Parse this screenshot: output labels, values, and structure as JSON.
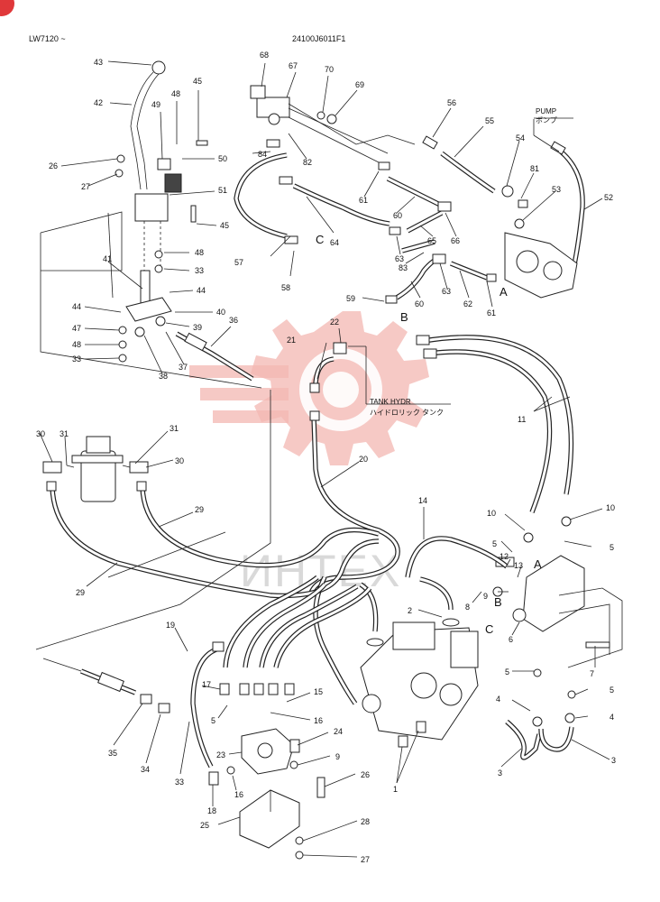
{
  "header": {
    "model_code": "LW7120 ~",
    "drawing_number": "24100J6011F1"
  },
  "watermark_text": "ИНТЕХ",
  "colors": {
    "watermark": "#f3b7b2",
    "badge": "#e0383a"
  },
  "notes": {
    "pump_en": "PUMP",
    "pump_jp": "ポンプ",
    "tank_en": "TANK HYDR",
    "tank_jp": "ハイドロリック タンク"
  },
  "letters": {
    "A": "A",
    "B": "B",
    "C": "C"
  },
  "callouts": {
    "n1": "1",
    "n2": "2",
    "n3": "3",
    "n4": "4",
    "n5": "5",
    "n6": "6",
    "n7": "7",
    "n8": "8",
    "n9": "9",
    "n10": "10",
    "n11": "11",
    "n12": "12",
    "n13": "13",
    "n14": "14",
    "n15": "15",
    "n16": "16",
    "n17": "17",
    "n18": "18",
    "n19": "19",
    "n20": "20",
    "n21": "21",
    "n22": "22",
    "n23": "23",
    "n24": "24",
    "n25": "25",
    "n26": "26",
    "n27": "27",
    "n28": "28",
    "n29": "29",
    "n30": "30",
    "n31": "31",
    "n33": "33",
    "n34": "34",
    "n35": "35",
    "n36": "36",
    "n37": "37",
    "n38": "38",
    "n39": "39",
    "n40": "40",
    "n41": "41",
    "n42": "42",
    "n43": "43",
    "n44": "44",
    "n45": "45",
    "n47": "47",
    "n48": "48",
    "n49": "49",
    "n50": "50",
    "n51": "51",
    "n52": "52",
    "n53": "53",
    "n54": "54",
    "n55": "55",
    "n56": "56",
    "n57": "57",
    "n58": "58",
    "n59": "59",
    "n60": "60",
    "n61": "61",
    "n62": "62",
    "n63": "63",
    "n64": "64",
    "n65": "65",
    "n66": "66",
    "n67": "67",
    "n68": "68",
    "n69": "69",
    "n70": "70",
    "n81": "81",
    "n82": "82",
    "n83": "83",
    "n84": "84"
  }
}
